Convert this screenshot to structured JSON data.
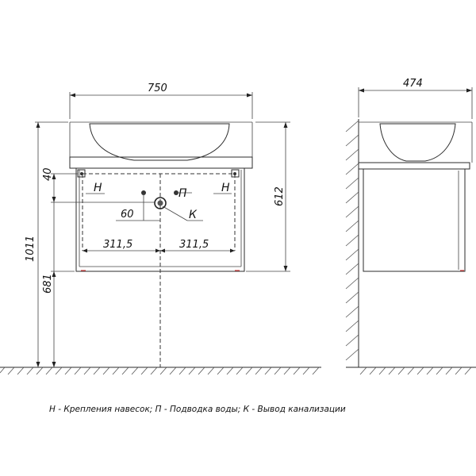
{
  "dimensions": {
    "width_top": "750",
    "depth_top": "474",
    "d40": "40",
    "d612": "612",
    "d60": "60",
    "d311_left": "311,5",
    "d311_right": "311,5",
    "d1011": "1011",
    "d681": "681"
  },
  "markers": {
    "h_left": "Н",
    "h_right": "Н",
    "p": "П",
    "k": "К"
  },
  "legend": {
    "text": "Н - Крепления навесок; П - Подводка воды; К - Вывод канализации"
  }
}
